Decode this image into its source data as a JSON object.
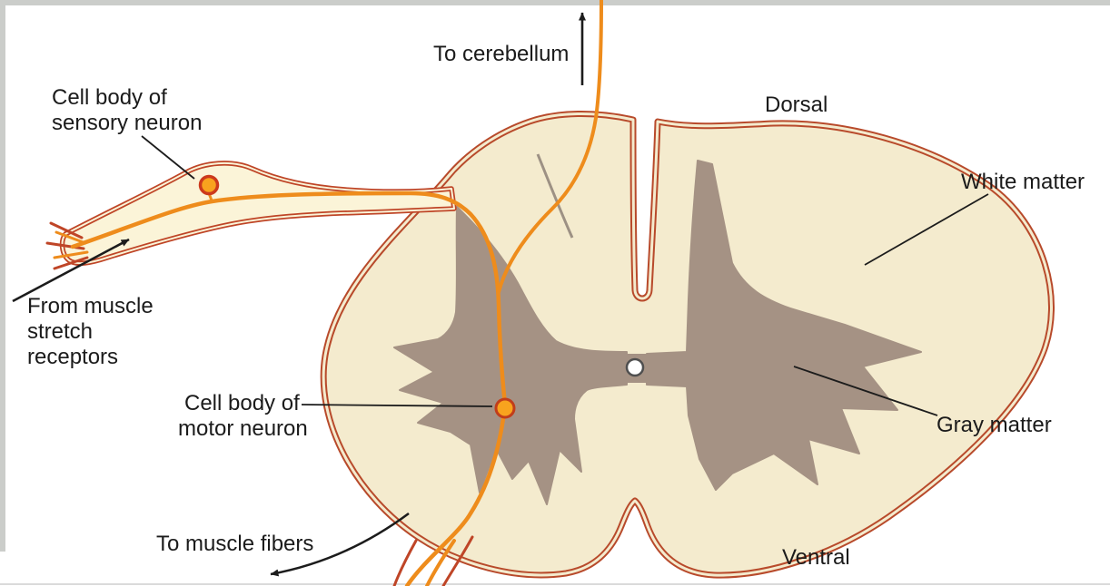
{
  "figure": {
    "type": "anatomical-diagram",
    "subject": "Spinal cord cross-section with sensory and motor reflex arc",
    "labels": {
      "to_cerebellum": "To cerebellum",
      "dorsal": "Dorsal",
      "cell_body_sensory": [
        "Cell body of",
        "sensory neuron"
      ],
      "white_matter": "White matter",
      "from_muscle": [
        "From muscle",
        "stretch",
        "receptors"
      ],
      "cell_body_motor": [
        "Cell body of",
        "motor neuron"
      ],
      "gray_matter": "Gray matter",
      "to_muscle_fibers": "To muscle fibers",
      "ventral": "Ventral"
    },
    "colors": {
      "cord_fill": "#f4ebce",
      "ganglion_fill": "#fbf4d8",
      "outline_red": "#b84a2b",
      "gray_matter": "#a59284",
      "fiber_orange": "#ee8c1c",
      "cell_body_fill": "#f8a31e",
      "cell_body_ring": "#cc3a1c",
      "canal_stroke": "#4f4f4f",
      "text": "#1b1b1b"
    }
  }
}
